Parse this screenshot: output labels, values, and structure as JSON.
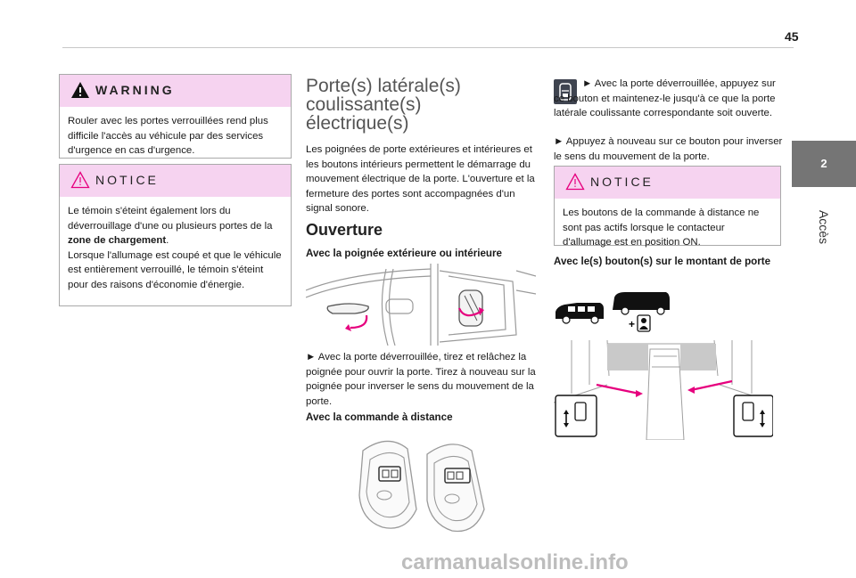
{
  "page": {
    "number": "45",
    "side_tab_number": "2",
    "side_tab_label": "Accès"
  },
  "warning": {
    "title": "WARNING",
    "text": "Rouler avec les portes verrouillées rend plus difficile l'accès au véhicule par des services d'urgence en cas d'urgence."
  },
  "notice1": {
    "title": "NOTICE",
    "text_a": "Le témoin s'éteint également lors du déverrouillage d'une ou plusieurs portes de la ",
    "text_bold": "zone de chargement",
    "text_b": ".",
    "text_c": "Lorsque l'allumage est coupé et que le véhicule est entièrement verrouillé, le témoin s'éteint pour des raisons d'économie d'énergie."
  },
  "middle": {
    "title": "Porte(s) latérale(s) coulissante(s) électrique(s)",
    "intro": "Les poignées de porte extérieures et intérieures et les boutons intérieurs permettent le démarrage du mouvement électrique de la porte. L'ouverture et la fermeture des portes sont accompagnées d'un signal sonore.",
    "section": "Ouverture",
    "sub1": "Avec la poignée extérieure ou intérieure",
    "step1": "► Avec la porte déverrouillée, tirez et relâchez la poignée pour ouvrir la porte. Tirez à nouveau sur la poignée pour inverser le sens du mouvement de la porte.",
    "sub2": "Avec la commande à distance"
  },
  "right": {
    "step1": "► Avec la porte déverrouillée, appuyez sur ce bouton et maintenez-le jusqu'à ce que la porte latérale coulissante correspondante soit ouverte.",
    "step2": "► Appuyez à nouveau sur ce bouton pour inverser le sens du mouvement de la porte.",
    "notice_title": "NOTICE",
    "notice_text": "Les boutons de la commande à distance ne sont pas actifs lorsque le contacteur d'allumage est en position ON.",
    "sub": "Avec le(s) bouton(s) sur le montant de porte"
  },
  "watermark": "carmanualsonline.info",
  "colors": {
    "notice_header": "#f6d3f0",
    "accent_magenta": "#e6007e",
    "side_tab": "#757575"
  }
}
